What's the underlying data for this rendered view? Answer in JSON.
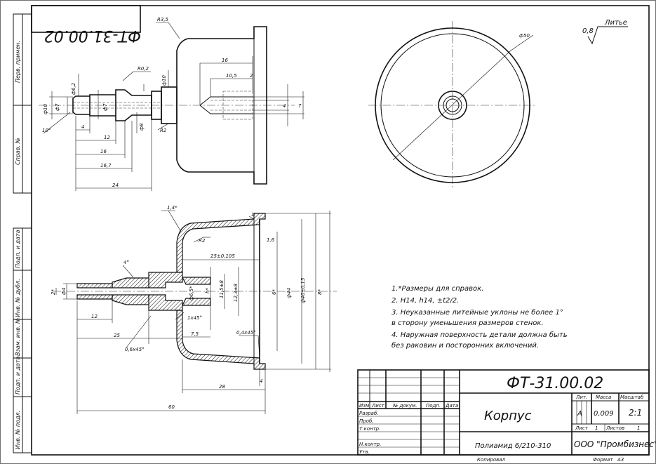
{
  "doc_code": "ФТ-31.00.02",
  "doc_code_mirrored": "ФТ-31.00.02",
  "side_labels": {
    "top": [
      "Перв. примен.",
      "Справ. №"
    ],
    "bottom": [
      "Подп. и дата",
      "Инв. № дубл.",
      "Взам. инв. №",
      "Подп. и дата",
      "Инв. № подл."
    ]
  },
  "roughness": {
    "value": "0,8",
    "note": "Литье"
  },
  "top_view_dims": {
    "r35": "R3,5",
    "r02": "R0,2",
    "r2": "R2",
    "d62": "ф6,2",
    "d10a": "ф10",
    "d10b": "ф10",
    "d7a": "ф7",
    "d7b": "ф7",
    "d8": "ф8",
    "angle": "10°",
    "l4": "4",
    "l12": "12",
    "l16": "16",
    "l167": "16,7",
    "l24": "24",
    "l16b": "16",
    "l105": "10,5",
    "l2": "2",
    "v4": "4",
    "v7": "7"
  },
  "circle_view": {
    "diameter": "ф50"
  },
  "section_dims": {
    "a14": "1,4*",
    "a4": "4°",
    "r2": "R2",
    "v16": "1,6",
    "d25": "25±0,105",
    "d2": "2*",
    "d4": "ф4",
    "d65": "ф6,5*",
    "dh": "h*",
    "d115": "11,5±8",
    "d123": "12,3±8",
    "d6": "6*",
    "d44": "ф44",
    "d46": "ф46±0,15",
    "d8": "8*",
    "c145": "1x45°",
    "c75": "7,5",
    "c04": "0,4x45°",
    "c06": "0,6x45°",
    "l12": "12",
    "l25": "25",
    "l28": "28",
    "l4": "4",
    "l60": "60",
    "s1": "1"
  },
  "notes": [
    "1.*Размеры для справок.",
    "2. H14, h14, ±t2/2.",
    "3. Неуказанные литейные уклоны не более 1°",
    "в сторону уменьшения размеров стенок.",
    "4. Наружная поверхность детали должна быть",
    "без раковин и посторонних включений."
  ],
  "title_block": {
    "designation": "ФТ-31.00.02",
    "name": "Корпус",
    "material": "Полиамид 6/210-310",
    "org": "ООО \"Промбизнес\"",
    "lit_header": "Лит.",
    "mass_header": "Масса",
    "scale_header": "Масштаб",
    "lit": "А",
    "mass": "0,009",
    "scale": "2:1",
    "sheet_label": "Лист",
    "sheet_value": "1",
    "sheets_label": "Листов",
    "sheets_value": "1",
    "col_headers": [
      "Изм.",
      "Лист",
      "№ докум.",
      "Подп.",
      "Дата"
    ],
    "rows": [
      "Разраб.",
      "Проб.",
      "Т.контр.",
      "Н.контр.",
      "Утв."
    ],
    "copied": "Копировал",
    "format_label": "Формат",
    "format_value": "А3"
  }
}
